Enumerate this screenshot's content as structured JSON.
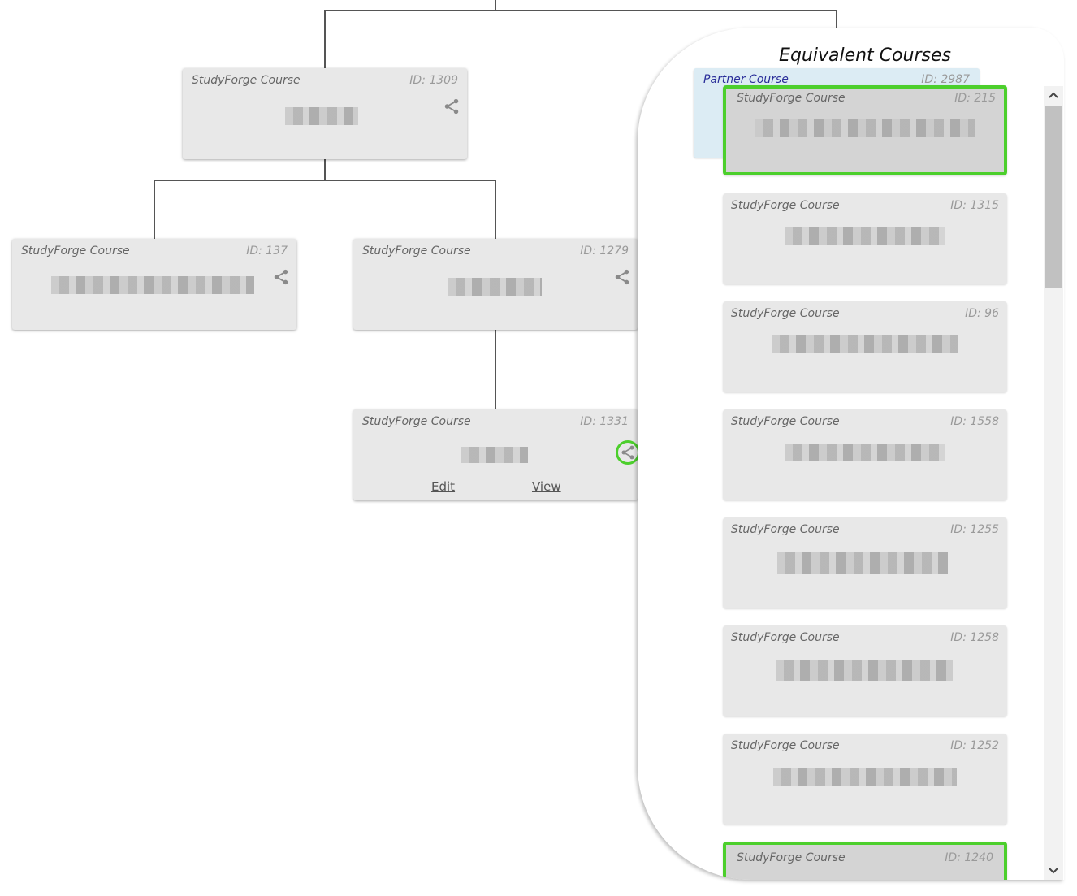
{
  "tree": {
    "nodes": [
      {
        "key": "n1309",
        "type": "StudyForge Course",
        "id": "ID: 1309"
      },
      {
        "key": "n137",
        "type": "StudyForge Course",
        "id": "ID: 137"
      },
      {
        "key": "n1279",
        "type": "StudyForge Course",
        "id": "ID: 1279"
      },
      {
        "key": "n1331",
        "type": "StudyForge Course",
        "id": "ID: 1331",
        "edit_label": "Edit",
        "view_label": "View"
      }
    ]
  },
  "panel": {
    "title": "Equivalent Courses",
    "partner": {
      "type": "Partner Course",
      "id": "ID: 2987"
    },
    "courses": [
      {
        "type": "StudyForge Course",
        "id": "ID: 215",
        "selected": true
      },
      {
        "type": "StudyForge Course",
        "id": "ID: 1315",
        "selected": false
      },
      {
        "type": "StudyForge Course",
        "id": "ID: 96",
        "selected": false
      },
      {
        "type": "StudyForge Course",
        "id": "ID: 1558",
        "selected": false
      },
      {
        "type": "StudyForge Course",
        "id": "ID: 1255",
        "selected": false
      },
      {
        "type": "StudyForge Course",
        "id": "ID: 1258",
        "selected": false
      },
      {
        "type": "StudyForge Course",
        "id": "ID: 1252",
        "selected": false
      },
      {
        "type": "StudyForge Course",
        "id": "ID: 1240",
        "selected": true
      }
    ]
  },
  "icons": {
    "share": "share-icon",
    "scroll_up": "chevron-up-icon",
    "scroll_down": "chevron-down-icon"
  },
  "colors": {
    "highlight": "#4ccf2c",
    "card_bg": "#e8e8e8",
    "partner_bg": "#dcecf4",
    "partner_text": "#2b2f9a"
  }
}
